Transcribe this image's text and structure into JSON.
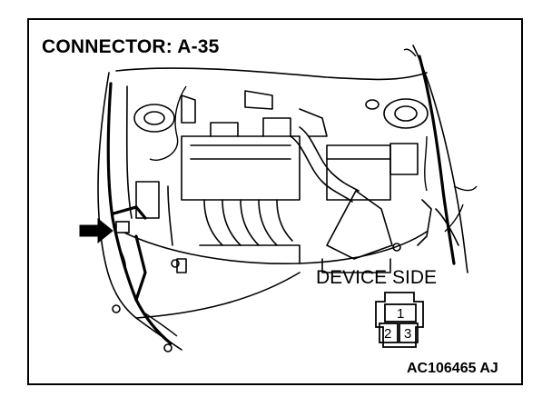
{
  "diagram": {
    "title": "CONNECTOR: A-35",
    "device_side_label": "DEVICE SIDE",
    "figure_id": "AC106465 AJ",
    "connector": {
      "pins": [
        "1",
        "2",
        "3"
      ]
    },
    "arrow_direction": "right"
  }
}
